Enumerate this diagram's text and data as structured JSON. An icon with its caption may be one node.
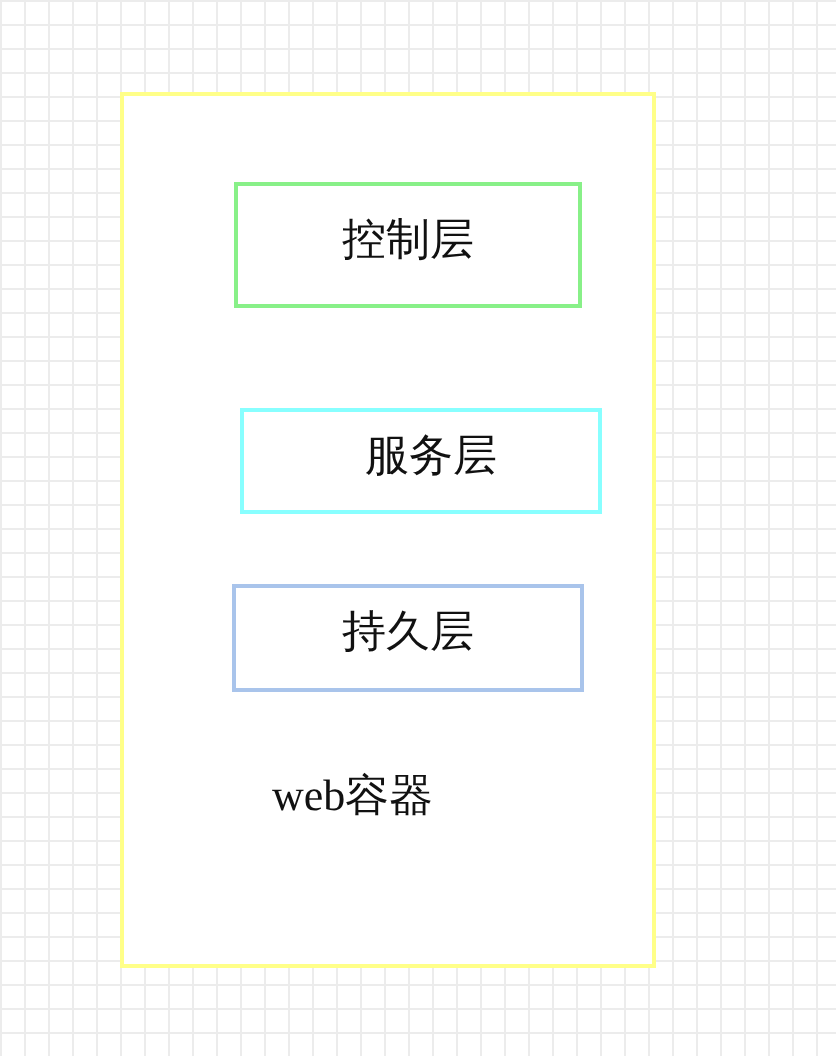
{
  "diagram": {
    "nodes": [
      {
        "text": [
          "web容器"
        ]
      },
      {
        "text": [
          "控制层"
        ],
        "in": 0
      },
      {
        "text": [
          "服务层"
        ],
        "in": 0
      },
      {
        "text": [
          "持久层"
        ],
        "in": 0
      }
    ]
  }
}
